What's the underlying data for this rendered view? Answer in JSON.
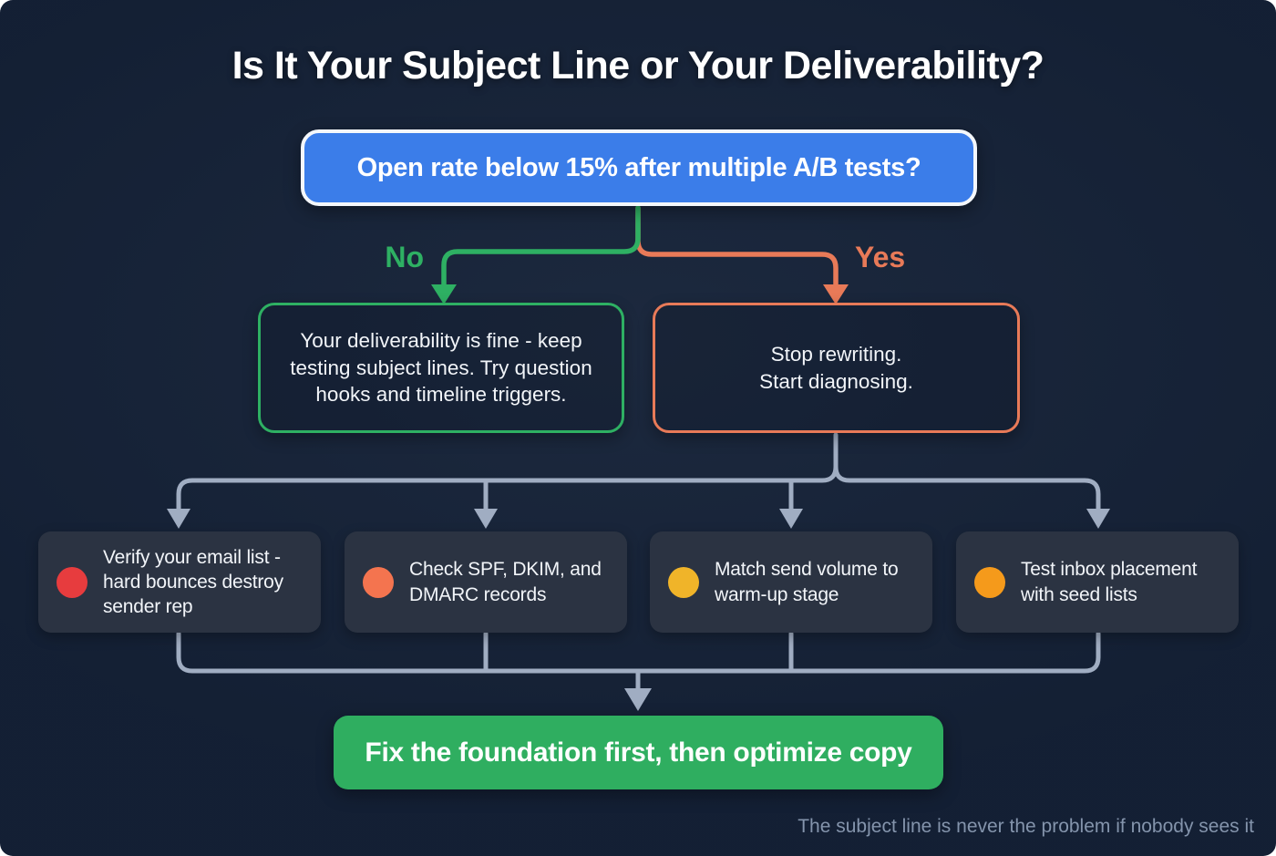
{
  "colors": {
    "background": "#152238",
    "question_fill": "#3b7de9",
    "question_border": "#f4f7fb",
    "green": "#2eb063",
    "orange": "#e87a58",
    "connector": "#a0adc2",
    "card_fill": "#2b3342",
    "button_fill": "#2fae60",
    "text_primary": "#ffffff",
    "footnote_text": "#8494ac"
  },
  "title": "Is It Your Subject Line or Your Deliverability?",
  "question": {
    "label": "Open rate below 15% after multiple A/B tests?"
  },
  "no_branch": {
    "label": "No",
    "text": "Your deliverability is fine - keep testing subject lines. Try question hooks and timeline triggers."
  },
  "yes_branch": {
    "label": "Yes",
    "line1": "Stop rewriting.",
    "line2": "Start diagnosing."
  },
  "checks": [
    {
      "dot": "#e73c3e",
      "text": "Verify your email list - hard bounces destroy sender rep"
    },
    {
      "dot": "#f4744f",
      "text": "Check SPF, DKIM, and DMARC records"
    },
    {
      "dot": "#f0b429",
      "text": "Match send volume to warm-up stage"
    },
    {
      "dot": "#f59a1b",
      "text": "Test inbox placement with seed lists"
    }
  ],
  "conclusion": {
    "label": "Fix the foundation first, then optimize copy"
  },
  "footnote": "The subject line is never the problem if nobody sees it"
}
